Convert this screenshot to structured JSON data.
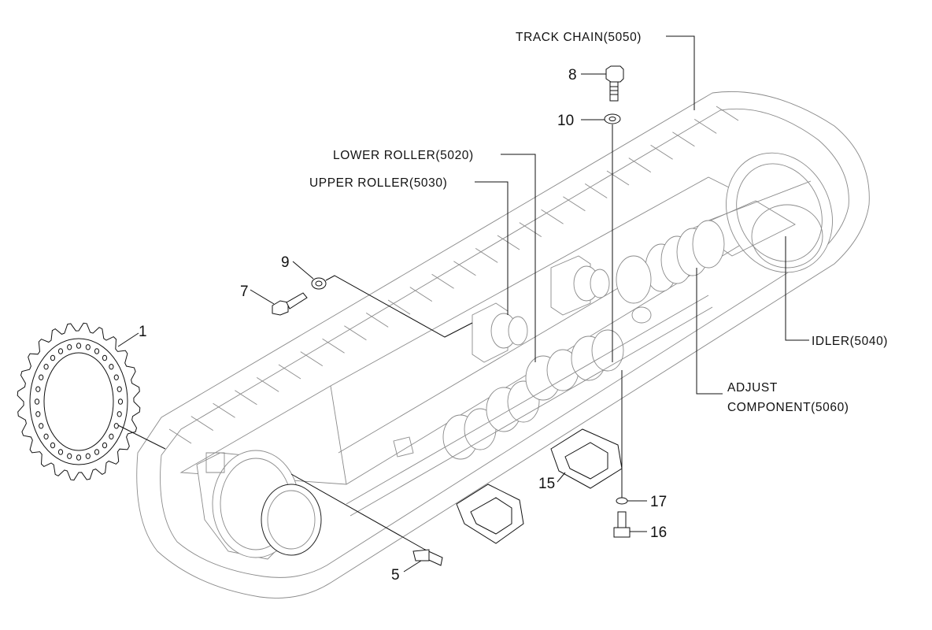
{
  "callouts": {
    "track_chain": "TRACK CHAIN(5050)",
    "lower_roller": "LOWER ROLLER(5020)",
    "upper_roller": "UPPER ROLLER(5030)",
    "idler": "IDLER(5040)",
    "adjust_line1": "ADJUST",
    "adjust_line2": "COMPONENT(5060)"
  },
  "numbers": {
    "n1": "1",
    "n5": "5",
    "n7": "7",
    "n8": "8",
    "n9": "9",
    "n10": "10",
    "n15": "15",
    "n16": "16",
    "n17": "17"
  },
  "icons": {
    "sprocket": "sprocket-icon",
    "bolt": "bolt-icon",
    "washer": "washer-icon",
    "track_guard": "track-guard-icon",
    "drive_motor": "drive-motor-icon",
    "roller": "roller-icon",
    "idler_wheel": "idler-wheel-icon"
  }
}
